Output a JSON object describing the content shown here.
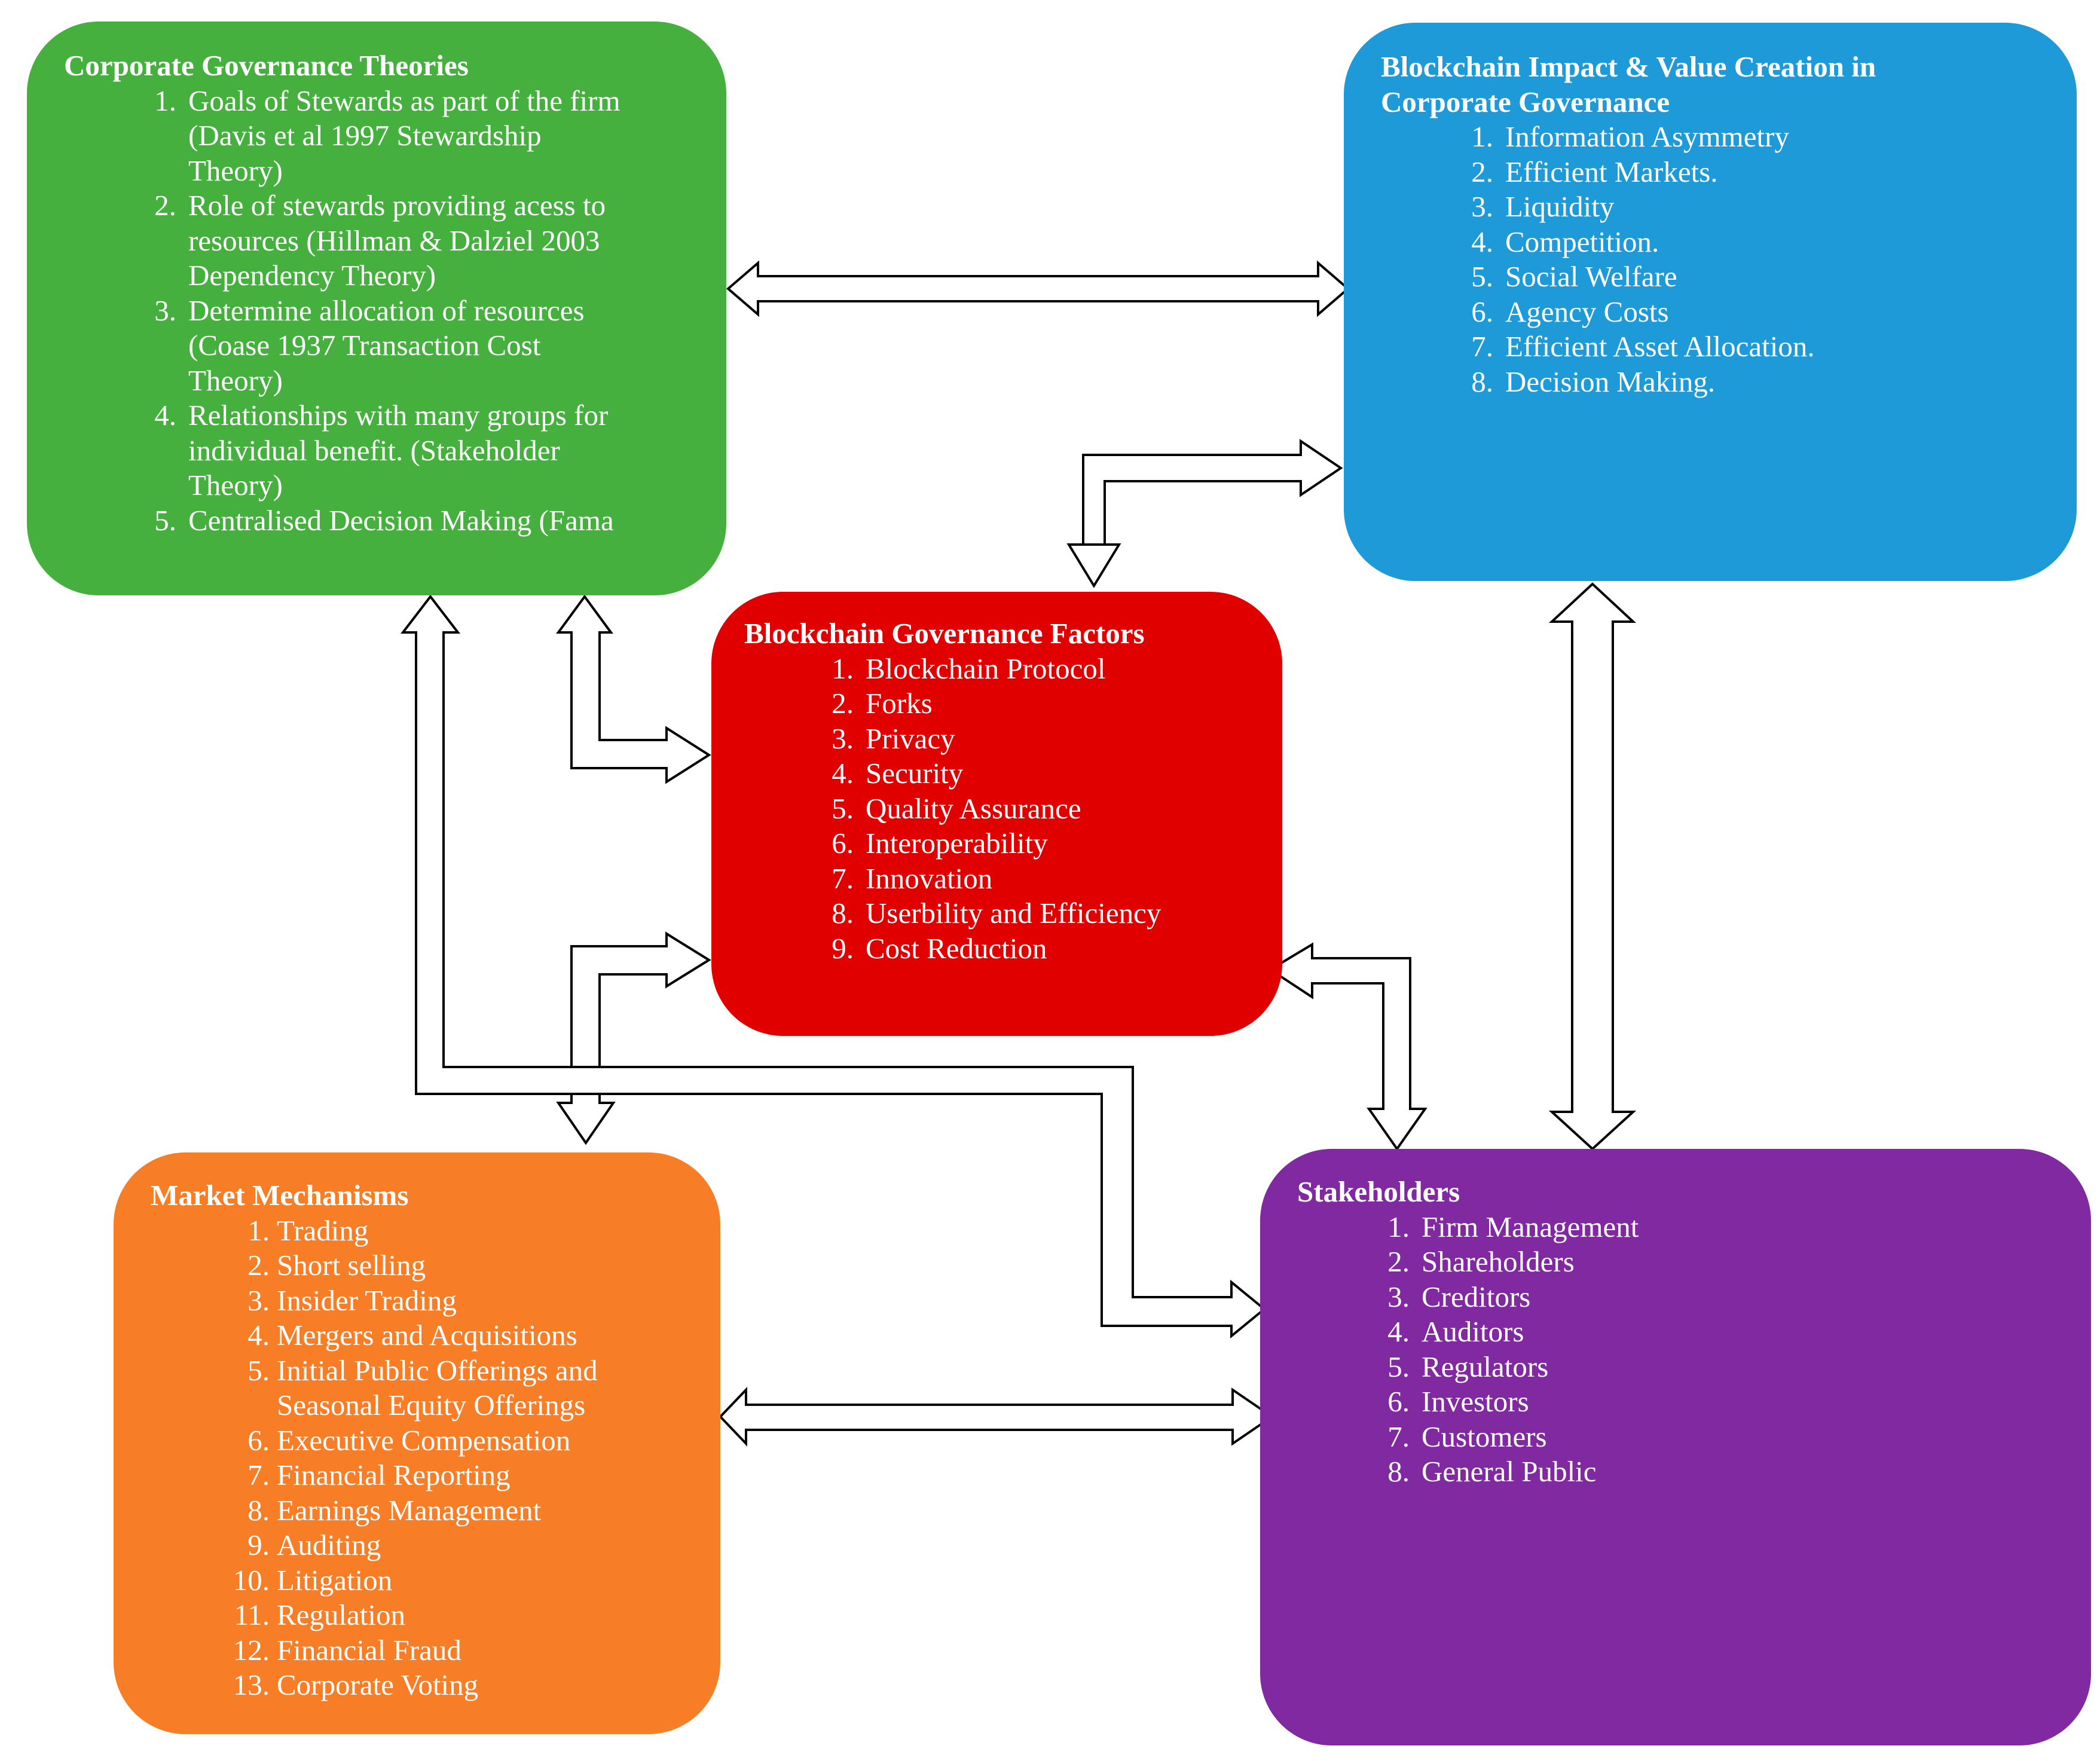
{
  "boxes": {
    "corporate_governance_theories": {
      "title": "Corporate Governance Theories",
      "items": [
        {
          "num": "1.",
          "lines": [
            "Goals of Stewards as part of the firm",
            "(Davis et al 1997 Stewardship",
            "Theory)"
          ]
        },
        {
          "num": "2.",
          "lines": [
            "Role of stewards providing acess to",
            "resources (Hillman & Dalziel 2003",
            "Dependency Theory)"
          ]
        },
        {
          "num": "3.",
          "lines": [
            "Determine allocation of resources",
            "(Coase 1937 Transaction Cost",
            "Theory)"
          ]
        },
        {
          "num": "4.",
          "lines": [
            "Relationships with many groups for",
            "individual benefit. (Stakeholder",
            "Theory)"
          ]
        },
        {
          "num": "5.",
          "lines": [
            "Centralised Decision Making (Fama"
          ]
        }
      ]
    },
    "blockchain_impact": {
      "title_lines": [
        "Blockchain Impact & Value Creation in",
        "Corporate Governance"
      ],
      "items": [
        {
          "num": "1.",
          "lines": [
            "Information Asymmetry"
          ]
        },
        {
          "num": "2.",
          "lines": [
            "Efficient Markets."
          ]
        },
        {
          "num": "3.",
          "lines": [
            "Liquidity"
          ]
        },
        {
          "num": "4.",
          "lines": [
            "Competition."
          ]
        },
        {
          "num": "5.",
          "lines": [
            "Social Welfare"
          ]
        },
        {
          "num": "6.",
          "lines": [
            "Agency Costs"
          ]
        },
        {
          "num": "7.",
          "lines": [
            "Efficient Asset Allocation."
          ]
        },
        {
          "num": "8.",
          "lines": [
            "Decision Making."
          ]
        }
      ]
    },
    "blockchain_governance_factors": {
      "title": "Blockchain Governance Factors",
      "items": [
        {
          "num": "1.",
          "lines": [
            "Blockchain Protocol"
          ]
        },
        {
          "num": "2.",
          "lines": [
            "Forks"
          ]
        },
        {
          "num": "3.",
          "lines": [
            "Privacy"
          ]
        },
        {
          "num": "4.",
          "lines": [
            "Security"
          ]
        },
        {
          "num": "5.",
          "lines": [
            "Quality Assurance"
          ]
        },
        {
          "num": "6.",
          "lines": [
            "Interoperability"
          ]
        },
        {
          "num": "7.",
          "lines": [
            "Innovation"
          ]
        },
        {
          "num": "8.",
          "lines": [
            "Userbility and Efficiency"
          ]
        },
        {
          "num": "9.",
          "lines": [
            "Cost Reduction"
          ]
        }
      ]
    },
    "market_mechanisms": {
      "title": "Market Mechanisms",
      "items": [
        {
          "num": "1.",
          "lines": [
            "Trading"
          ]
        },
        {
          "num": "2.",
          "lines": [
            "Short selling"
          ]
        },
        {
          "num": "3.",
          "lines": [
            "Insider Trading"
          ]
        },
        {
          "num": "4.",
          "lines": [
            "Mergers and Acquisitions"
          ]
        },
        {
          "num": "5.",
          "lines": [
            "Initial Public Offerings and",
            "Seasonal Equity Offerings"
          ]
        },
        {
          "num": "6.",
          "lines": [
            "Executive Compensation"
          ]
        },
        {
          "num": "7.",
          "lines": [
            "Financial Reporting"
          ]
        },
        {
          "num": "8.",
          "lines": [
            "Earnings Management"
          ]
        },
        {
          "num": "9.",
          "lines": [
            "Auditing"
          ]
        },
        {
          "num": "10.",
          "lines": [
            "Litigation"
          ]
        },
        {
          "num": "11.",
          "lines": [
            "Regulation"
          ]
        },
        {
          "num": "12.",
          "lines": [
            "Financial Fraud"
          ]
        },
        {
          "num": "13.",
          "lines": [
            "Corporate Voting"
          ]
        }
      ]
    },
    "stakeholders": {
      "title": "Stakeholders",
      "items": [
        {
          "num": "1.",
          "lines": [
            "Firm Management"
          ]
        },
        {
          "num": "2.",
          "lines": [
            "Shareholders"
          ]
        },
        {
          "num": "3.",
          "lines": [
            "Creditors"
          ]
        },
        {
          "num": "4.",
          "lines": [
            "Auditors"
          ]
        },
        {
          "num": "5.",
          "lines": [
            "Regulators"
          ]
        },
        {
          "num": "6.",
          "lines": [
            "Investors"
          ]
        },
        {
          "num": "7.",
          "lines": [
            "Customers"
          ]
        },
        {
          "num": "8.",
          "lines": [
            "General Public"
          ]
        }
      ]
    }
  },
  "colors": {
    "corporate_governance_theories": "#45b03e",
    "blockchain_impact": "#1f9ad9",
    "blockchain_governance_factors": "#e00000",
    "market_mechanisms": "#f77e26",
    "stakeholders": "#8129a1",
    "arrow_fill": "#ffffff",
    "arrow_stroke": "#000000"
  }
}
